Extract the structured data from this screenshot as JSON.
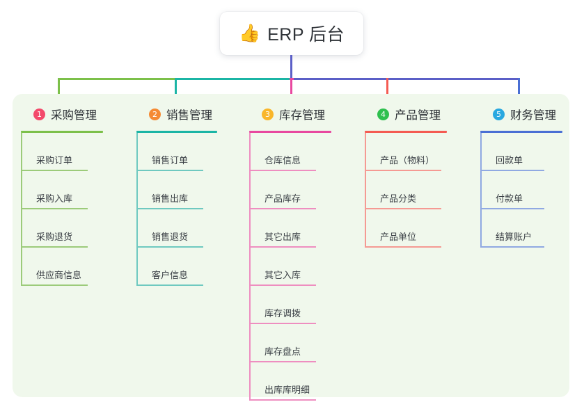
{
  "root": {
    "emoji": "👍",
    "emoji_name": "thumbs-up-emoji",
    "label": "ERP 后台"
  },
  "theme": {
    "page_bg": "#ffffff",
    "panel_bg": "#f0f8ec",
    "node_bg": "#ffffff",
    "text_color": "#2f3338",
    "stem_color": "#5b5fc7"
  },
  "connectors": {
    "stem_color": "#5b5fc7",
    "bar_segments": [
      {
        "name": "bar-green",
        "color": "#7cc04a"
      },
      {
        "name": "bar-teal",
        "color": "#1bb5a5"
      },
      {
        "name": "bar-indigo",
        "color": "#5b5fc7"
      }
    ],
    "drops": [
      {
        "name": "drop-purchase",
        "color": "#7cc04a"
      },
      {
        "name": "drop-sales",
        "color": "#1bb5a5"
      },
      {
        "name": "drop-inventory",
        "color": "#e8489f"
      },
      {
        "name": "drop-product",
        "color": "#f45b52"
      },
      {
        "name": "drop-finance",
        "color": "#4a6fd4"
      }
    ]
  },
  "columns": [
    {
      "index": "1",
      "key": "purchase",
      "title": "采购管理",
      "badge_color": "#f34a6b",
      "rule_color": "#7cc04a",
      "line_color": "#9ccb7a",
      "items": [
        "采购订单",
        "采购入库",
        "采购退货",
        "供应商信息"
      ]
    },
    {
      "index": "2",
      "key": "sales",
      "title": "销售管理",
      "badge_color": "#f58a33",
      "rule_color": "#1bb5a5",
      "line_color": "#6fc9c0",
      "items": [
        "销售订单",
        "销售出库",
        "销售退货",
        "客户信息"
      ]
    },
    {
      "index": "3",
      "key": "inventory",
      "title": "库存管理",
      "badge_color": "#f9b62a",
      "rule_color": "#e8489f",
      "line_color": "#ee8ec0",
      "items": [
        "仓库信息",
        "产品库存",
        "其它出库",
        "其它入库",
        "库存调拨",
        "库存盘点",
        "出库库明细"
      ]
    },
    {
      "index": "4",
      "key": "product",
      "title": "产品管理",
      "badge_color": "#2ec04e",
      "rule_color": "#f45b52",
      "line_color": "#f59a93",
      "items": [
        "产品（物料）",
        "产品分类",
        "产品单位"
      ]
    },
    {
      "index": "5",
      "key": "finance",
      "title": "财务管理",
      "badge_color": "#29a8e0",
      "rule_color": "#4a6fd4",
      "line_color": "#90a9e2",
      "items": [
        "回款单",
        "付款单",
        "结算账户"
      ]
    }
  ]
}
